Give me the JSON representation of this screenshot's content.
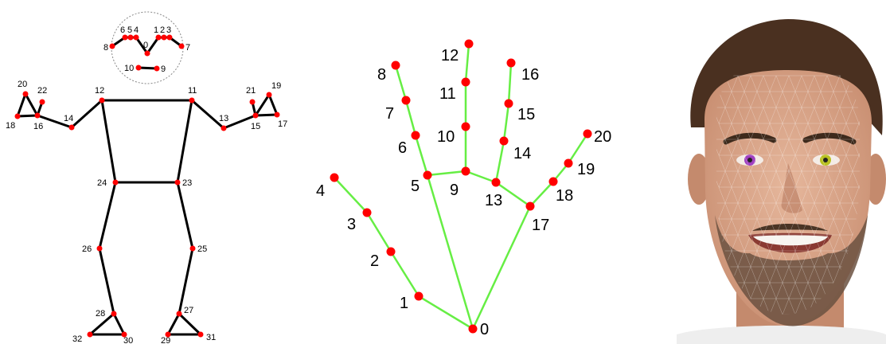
{
  "pose": {
    "points": [
      {
        "id": "0",
        "label": "0"
      },
      {
        "id": "1",
        "label": "1"
      },
      {
        "id": "2",
        "label": "2"
      },
      {
        "id": "3",
        "label": "3"
      },
      {
        "id": "4",
        "label": "4"
      },
      {
        "id": "5",
        "label": "5"
      },
      {
        "id": "6",
        "label": "6"
      },
      {
        "id": "7",
        "label": "7"
      },
      {
        "id": "8",
        "label": "8"
      },
      {
        "id": "9",
        "label": "9"
      },
      {
        "id": "10",
        "label": "10"
      },
      {
        "id": "11",
        "label": "11"
      },
      {
        "id": "12",
        "label": "12"
      },
      {
        "id": "13",
        "label": "13"
      },
      {
        "id": "14",
        "label": "14"
      },
      {
        "id": "15",
        "label": "15"
      },
      {
        "id": "16",
        "label": "16"
      },
      {
        "id": "17",
        "label": "17"
      },
      {
        "id": "18",
        "label": "18"
      },
      {
        "id": "19",
        "label": "19"
      },
      {
        "id": "20",
        "label": "20"
      },
      {
        "id": "21",
        "label": "21"
      },
      {
        "id": "22",
        "label": "22"
      },
      {
        "id": "23",
        "label": "23"
      },
      {
        "id": "24",
        "label": "24"
      },
      {
        "id": "25",
        "label": "25"
      },
      {
        "id": "26",
        "label": "26"
      },
      {
        "id": "27",
        "label": "27"
      },
      {
        "id": "28",
        "label": "28"
      },
      {
        "id": "29",
        "label": "29"
      },
      {
        "id": "30",
        "label": "30"
      },
      {
        "id": "31",
        "label": "31"
      },
      {
        "id": "32",
        "label": "32"
      }
    ],
    "connections": [
      [
        "8",
        "6"
      ],
      [
        "6",
        "5"
      ],
      [
        "5",
        "4"
      ],
      [
        "4",
        "0"
      ],
      [
        "0",
        "1"
      ],
      [
        "1",
        "2"
      ],
      [
        "2",
        "3"
      ],
      [
        "3",
        "7"
      ],
      [
        "10",
        "9"
      ],
      [
        "11",
        "12"
      ],
      [
        "11",
        "23"
      ],
      [
        "12",
        "24"
      ],
      [
        "23",
        "24"
      ],
      [
        "11",
        "13"
      ],
      [
        "13",
        "15"
      ],
      [
        "15",
        "17"
      ],
      [
        "15",
        "19"
      ],
      [
        "17",
        "19"
      ],
      [
        "15",
        "21"
      ],
      [
        "12",
        "14"
      ],
      [
        "14",
        "16"
      ],
      [
        "16",
        "18"
      ],
      [
        "16",
        "20"
      ],
      [
        "18",
        "20"
      ],
      [
        "16",
        "22"
      ],
      [
        "23",
        "25"
      ],
      [
        "25",
        "27"
      ],
      [
        "27",
        "29"
      ],
      [
        "27",
        "31"
      ],
      [
        "29",
        "31"
      ],
      [
        "24",
        "26"
      ],
      [
        "26",
        "28"
      ],
      [
        "28",
        "30"
      ],
      [
        "28",
        "32"
      ],
      [
        "30",
        "32"
      ]
    ],
    "line_color": "#000000",
    "point_color": "#ff0000"
  },
  "hand": {
    "points": [
      {
        "id": "0",
        "label": "0"
      },
      {
        "id": "1",
        "label": "1"
      },
      {
        "id": "2",
        "label": "2"
      },
      {
        "id": "3",
        "label": "3"
      },
      {
        "id": "4",
        "label": "4"
      },
      {
        "id": "5",
        "label": "5"
      },
      {
        "id": "6",
        "label": "6"
      },
      {
        "id": "7",
        "label": "7"
      },
      {
        "id": "8",
        "label": "8"
      },
      {
        "id": "9",
        "label": "9"
      },
      {
        "id": "10",
        "label": "10"
      },
      {
        "id": "11",
        "label": "11"
      },
      {
        "id": "12",
        "label": "12"
      },
      {
        "id": "13",
        "label": "13"
      },
      {
        "id": "14",
        "label": "14"
      },
      {
        "id": "15",
        "label": "15"
      },
      {
        "id": "16",
        "label": "16"
      },
      {
        "id": "17",
        "label": "17"
      },
      {
        "id": "18",
        "label": "18"
      },
      {
        "id": "19",
        "label": "19"
      },
      {
        "id": "20",
        "label": "20"
      }
    ],
    "connections": [
      [
        "0",
        "1"
      ],
      [
        "1",
        "2"
      ],
      [
        "2",
        "3"
      ],
      [
        "3",
        "4"
      ],
      [
        "0",
        "5"
      ],
      [
        "5",
        "6"
      ],
      [
        "6",
        "7"
      ],
      [
        "7",
        "8"
      ],
      [
        "5",
        "9"
      ],
      [
        "9",
        "10"
      ],
      [
        "10",
        "11"
      ],
      [
        "11",
        "12"
      ],
      [
        "9",
        "13"
      ],
      [
        "13",
        "14"
      ],
      [
        "14",
        "15"
      ],
      [
        "15",
        "16"
      ],
      [
        "13",
        "17"
      ],
      [
        "0",
        "17"
      ],
      [
        "17",
        "18"
      ],
      [
        "18",
        "19"
      ],
      [
        "19",
        "20"
      ]
    ],
    "line_color": "#66ee44",
    "point_color": "#ff0000"
  },
  "face": {
    "skin_color": "#d9a58a",
    "hair_color": "#4a3020",
    "beard_color": "#5a4535",
    "mesh_color": "#ffffff",
    "left_iris_color": "#a040c0",
    "right_iris_color": "#c0c020"
  }
}
